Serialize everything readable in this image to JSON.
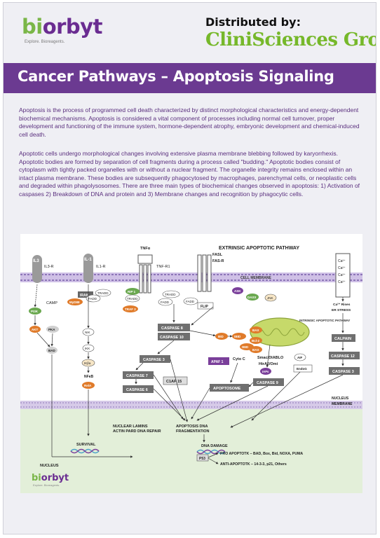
{
  "header": {
    "logo_text_a": "bi",
    "logo_text_b": "orbyt",
    "logo_tagline": "Explore. Bioreagents.",
    "distributed_by": "Distributed by:",
    "partner_name": "CliniSciences Group"
  },
  "banner": {
    "title": "Cancer Pathways – Apoptosis Signaling",
    "color": "#6b3a91"
  },
  "body": {
    "paragraph_1": "Apoptosis is the process of programmed cell death characterized by distinct morphological characteristics and energy-dependent biochemical mechanisms. Apoptosis is considered a vital component of processes including normal cell turnover, proper development and functioning of the immune system, hormone-dependent atrophy, embryonic development and chemical-induced cell death.",
    "paragraph_2": "Apoptotic cells undergo morphological changes involving extensive plasma membrane blebbing followed by karyorrhexis. Apoptotic bodies are formed by separation of cell fragments during a process called \"budding.\" Apoptotic bodies consist of cytoplasm with tightly packed organelles with or without a nuclear fragment. The organelle integrity remains enclosed within an intact plasma membrane. These bodies are subsequently phagocytosed by macrophages, parenchymal cells, or neoplastic cells and degraded within phagolysosomes. There are three main types of biochemical changes observed in apoptosis: 1) Activation of caspases 2) Breakdown of DNA and protein and 3) Membrane changes and recognition by phagocytic cells."
  },
  "diagram": {
    "title": "EXTRINSIC APOPTOTIC PATHWAY",
    "cell_membrane": "CELL MEMBRANE",
    "nucleus_membrane_1": "NUCLEUS",
    "nucleus_membrane_2": "MEMBRANE",
    "nucleus": "NUCLEUS",
    "ligands": {
      "il3": "IL3",
      "il3r": "IL3-R",
      "il1": "IL-1",
      "il1r": "IL1-R",
      "tnfa": "TNFα",
      "tnfr1": "TNF-R1",
      "fasl": "FASL",
      "fasr": "FAS-R",
      "ca": "Ca²⁺"
    },
    "nodes": {
      "irak": "IRAK",
      "myd88": "MyD88",
      "tradd_a": "TRADD",
      "fadd_a": "FADD",
      "nik": "NIK",
      "ikk": "IKK",
      "ikba": "IKβa",
      "nfkb": "NFκB",
      "rela": "RelA",
      "pi3k": "PI3K",
      "camp": "CAMP",
      "akt": "AKT",
      "pka": "PKA",
      "bad": "BAD",
      "rip1": "RIP 1",
      "tradd_b": "TRADD",
      "traf2": "TRAF 2",
      "tradd_c": "TRADD",
      "fadd_b": "FADD",
      "fadd_c": "FADD",
      "flip": "FLIP",
      "ask": "ASK",
      "daxx": "DAXX",
      "jnk": "JNK",
      "bid": "BID",
      "tbid": "tBID",
      "bax": "BAX",
      "bcl2": "Bcl-2",
      "apaf1": "APAF 1",
      "cytc": "Cyto C",
      "smac": "Smac/DIABLO",
      "htra2": "HtrA2/Omi",
      "iaps": "IAPs",
      "aif": "AIF",
      "endog": "EndoG",
      "intrinsic": "INTRINSIC APOPTOTIC PATHWAY",
      "ca_rises": "Ca²⁺ Rises",
      "er_stress": "ER STRESS",
      "calpain": "CALPAIN",
      "caspase12": "CASPASE 12",
      "caspase3_r": "CASPASE 3",
      "caspase8": "CASPASE 8",
      "caspase10": "CASPASE 10",
      "caspase3": "CASPASE 3",
      "caspase7": "CASPASE 7",
      "caspase6": "CASPASE 6",
      "c1ap15": "C1AP 15",
      "apoptosome": "APOPTOSOME",
      "caspase9": "CASPASE 9"
    },
    "outcomes": {
      "lamins_1": "NUCLEAR LAMINS",
      "lamins_2": "ACTIN PARD DNA REPAIR",
      "dna_frag_1": "APOPTOSIS DNA",
      "dna_frag_2": "FRAGMENTATION",
      "survival": "SURVIVAL",
      "dna_damage": "DNA DAMAGE",
      "p53": "P53",
      "pro": "PRO APOPTOTK – BAD, Box, Bid, NOXA, PUMA",
      "anti": "ANTI-APOPTOTK – 14-3-3, p21, Others"
    },
    "footer_logo_a": "bi",
    "footer_logo_b": "orbyt",
    "footer_tagline": "Explore. Bioreagents.",
    "colors": {
      "membrane": "#b9a6d8",
      "green_node": "#6aa84f",
      "orange_node": "#e07b2a",
      "purple_node": "#7a3f9a",
      "gray_box": "#6f6f6f",
      "nucleus_bg": "#e3efd9"
    }
  }
}
